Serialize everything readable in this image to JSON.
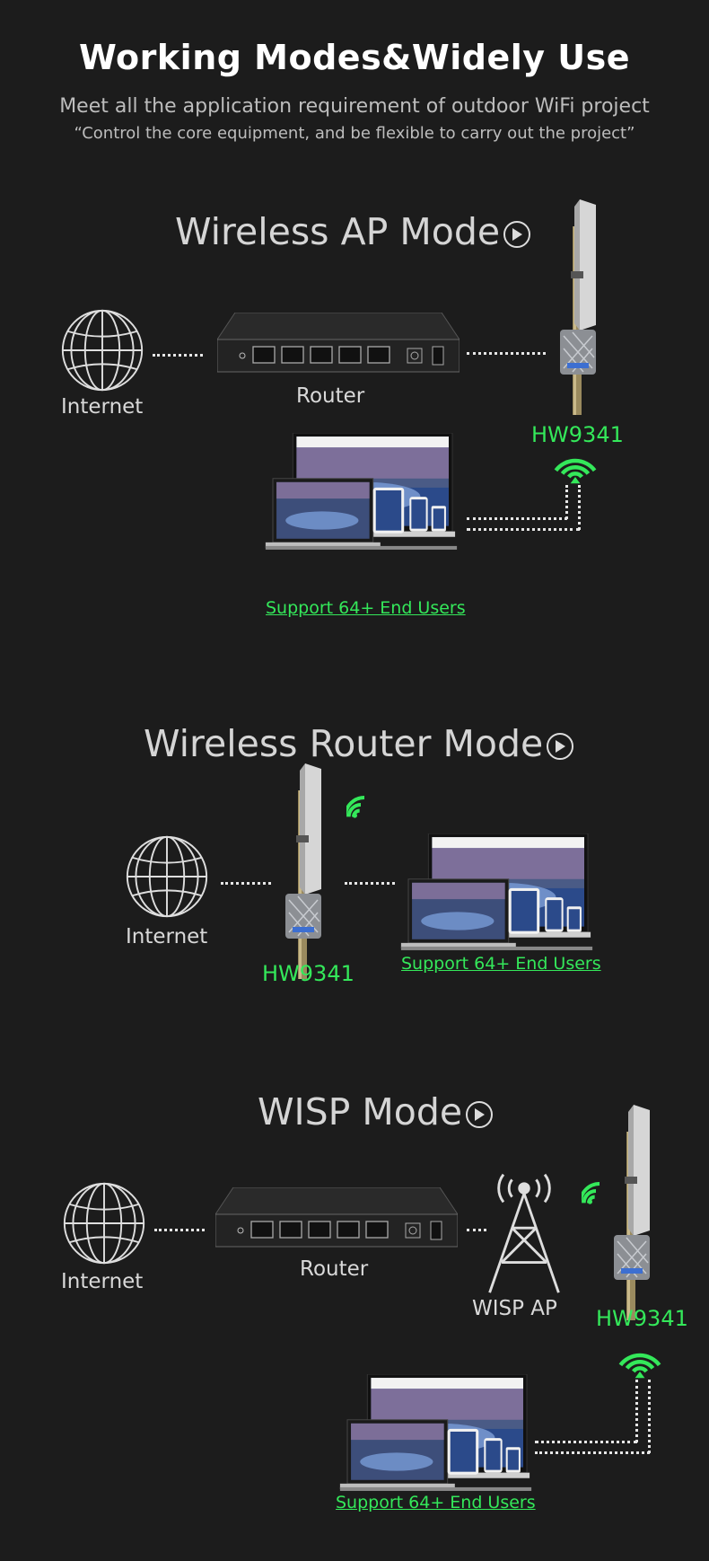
{
  "header": {
    "title": "Working Modes&Widely Use",
    "subtitle": "Meet all the application requirement of outdoor WiFi project",
    "quote": "“Control the core equipment, and be flexible to carry out the project”"
  },
  "modes": [
    {
      "title": "Wireless AP Mode",
      "internet_label": "Internet",
      "router_label": "Router",
      "device_label": "HW9341",
      "users_label": "Support 64+ End Users"
    },
    {
      "title": "Wireless Router Mode",
      "internet_label": "Internet",
      "device_label": "HW9341",
      "users_label": "Support 64+ End Users"
    },
    {
      "title": "WISP Mode",
      "internet_label": "Internet",
      "router_label": "Router",
      "wisp_label": "WISP AP",
      "device_label": "HW9341",
      "users_label": "Support 64+ End Users"
    }
  ],
  "colors": {
    "background": "#1c1c1c",
    "accent_green": "#34e85a",
    "text": "#d9d9d9"
  },
  "icons": [
    "globe-icon",
    "router-icon",
    "antenna-icon",
    "wifi-icon",
    "tower-icon",
    "devices-icon",
    "play-circle-icon"
  ]
}
